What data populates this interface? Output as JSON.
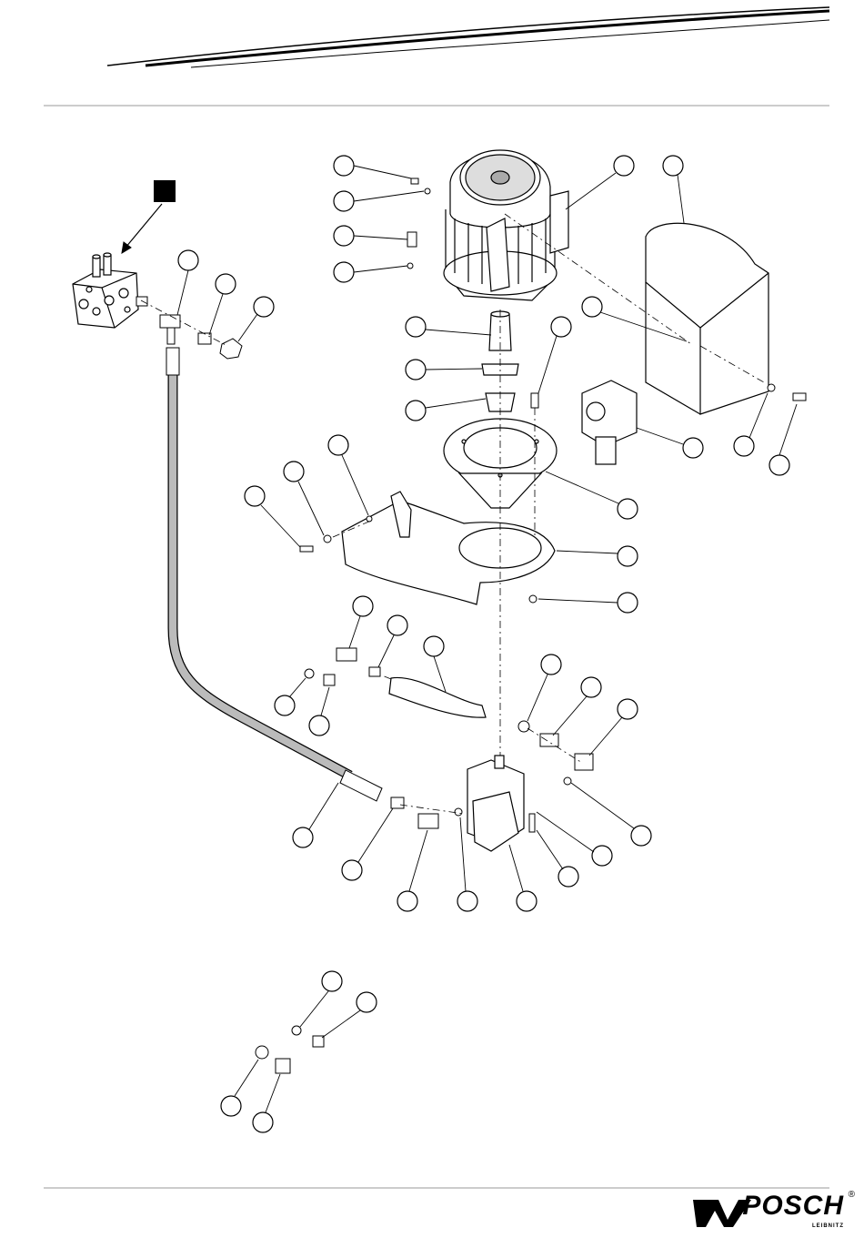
{
  "brand": {
    "name": "POSCH",
    "location": "LEIBNITZ",
    "registered_mark": "®"
  },
  "diagram": {
    "type": "exploded parts drawing - hydraulic power unit",
    "callout_count": 42,
    "reference_box": "black filled square (no text)"
  }
}
